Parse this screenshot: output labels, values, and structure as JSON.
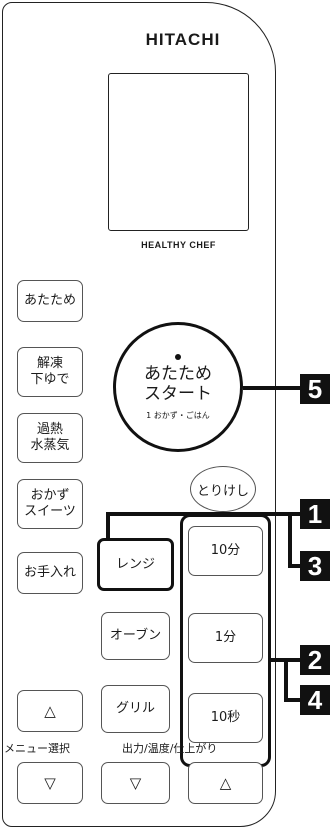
{
  "brand": "HITACHI",
  "model": "HEALTHY CHEF",
  "left_buttons": [
    {
      "id": "atatame",
      "label": "あたため"
    },
    {
      "id": "kaitou",
      "label": "解凍\n下ゆで"
    },
    {
      "id": "kanetsu",
      "label": "過熱\n水蒸気"
    },
    {
      "id": "okazu",
      "label": "おかず\nスイーツ"
    },
    {
      "id": "oteire",
      "label": "お手入れ"
    }
  ],
  "start_button": {
    "line1": "あたため",
    "line2": "スタート",
    "sub": "1 おかず・ごはん"
  },
  "torikeshi": "とりけし",
  "mode_buttons": {
    "range": "レンジ",
    "oven": "オーブン",
    "grill": "グリル"
  },
  "time_buttons": {
    "ten_min": "10分",
    "one_min": "1分",
    "ten_sec": "10秒"
  },
  "menu_select_label": "メニュー選択",
  "output_label": "出力/温度/仕上がり",
  "arrows": {
    "up": "△",
    "down": "▽"
  },
  "callouts": {
    "c1": "1",
    "c2": "2",
    "c3": "3",
    "c4": "4",
    "c5": "5"
  },
  "colors": {
    "outline": "#222222",
    "callout": "#111111"
  }
}
